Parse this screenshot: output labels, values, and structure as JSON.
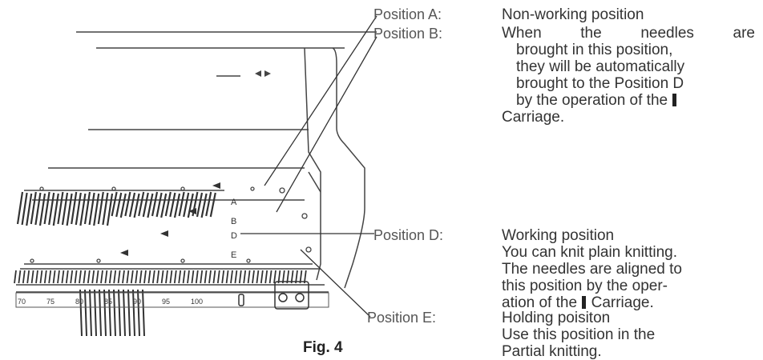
{
  "positions": [
    {
      "label": "Position A:",
      "lines": [
        "Non-working position"
      ]
    },
    {
      "label": "Position B:",
      "lines": [
        "When the needles are",
        "brought in this position,",
        "they will be automatically",
        "brought to the Position D",
        "by the operation of the",
        "Carriage."
      ]
    },
    {
      "label": "Position D:",
      "lines": [
        "Working position",
        "You can knit plain knitting.",
        "The needles are aligned to",
        "this position by the oper-",
        "ation of the",
        "Carriage."
      ]
    },
    {
      "label": "Position E:",
      "lines": [
        "Holding poisiton",
        "Use this position in the",
        "Partial knitting."
      ]
    }
  ],
  "rail_letters": [
    "A",
    "B",
    "D",
    "E"
  ],
  "scale_numbers": [
    "70",
    "75",
    "80",
    "85",
    "90",
    "95",
    "100"
  ],
  "figure_caption": "Fig. 4"
}
